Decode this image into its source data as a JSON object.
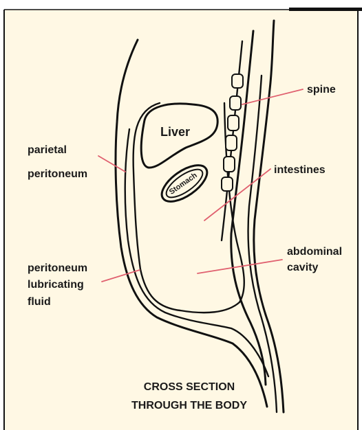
{
  "colors": {
    "background": "#fff8e4",
    "frame": "#111111",
    "ink": "#1a1a1a",
    "leader_line": "#e0606f"
  },
  "labels": {
    "parietal_line1": "parietal",
    "parietal_line2": "peritoneum",
    "lubricating_line1": "peritoneum",
    "lubricating_line2": "lubricating",
    "lubricating_line3": "fluid",
    "spine": "spine",
    "intestines": "intestines",
    "abdominal_line1": "abdominal",
    "abdominal_line2": "cavity",
    "liver": "Liver",
    "stomach": "Stomach"
  },
  "caption": {
    "line1": "CROSS SECTION",
    "line2": "THROUGH THE BODY"
  }
}
